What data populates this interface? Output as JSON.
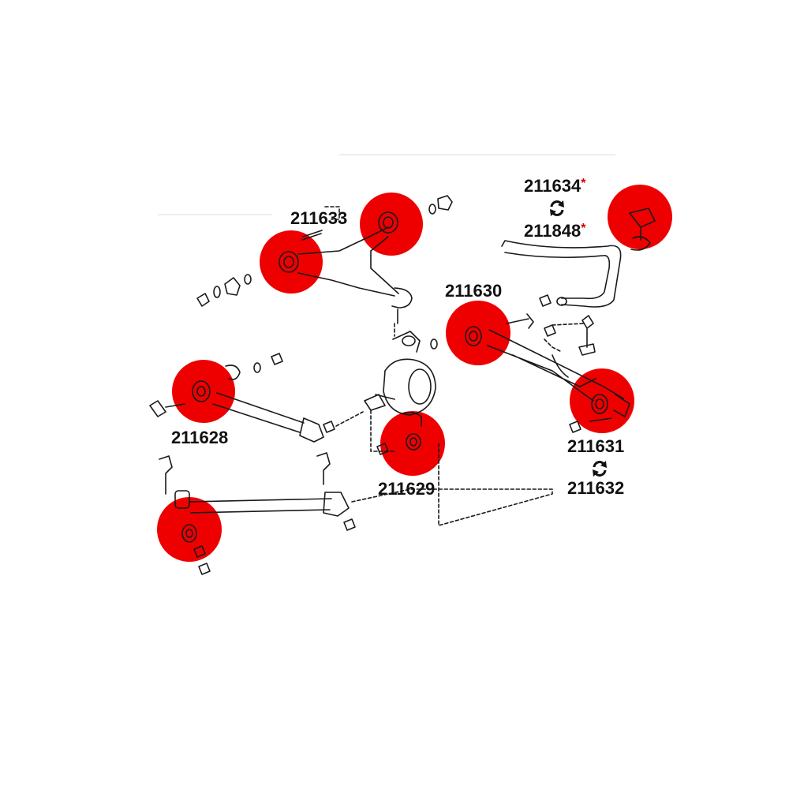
{
  "highlight_color": "#ee0000",
  "labels": {
    "part_211633": "211633",
    "part_211630": "211630",
    "part_211628": "211628",
    "part_211629": "211629",
    "part_211631": "211631",
    "part_211632": "211632",
    "part_211634": "211634",
    "part_211848": "211848",
    "asterisk": "*"
  },
  "icons": {
    "swap": "swap-arrows-icon"
  }
}
